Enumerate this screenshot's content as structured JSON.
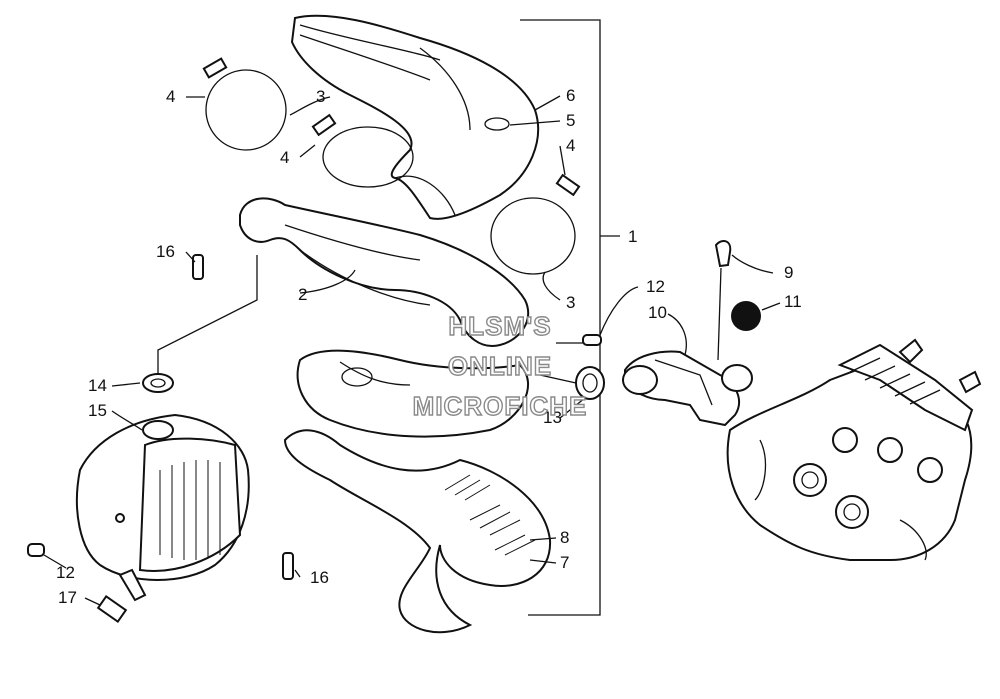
{
  "diagram": {
    "watermark": [
      "HLSM'S",
      "ONLINE",
      "MICROFICHE"
    ],
    "callouts": [
      {
        "id": "1",
        "label": "1"
      },
      {
        "id": "2",
        "label": "2"
      },
      {
        "id": "3a",
        "label": "3"
      },
      {
        "id": "3b",
        "label": "3"
      },
      {
        "id": "4a",
        "label": "4"
      },
      {
        "id": "4b",
        "label": "4"
      },
      {
        "id": "4c",
        "label": "4"
      },
      {
        "id": "5",
        "label": "5"
      },
      {
        "id": "6",
        "label": "6"
      },
      {
        "id": "7",
        "label": "7"
      },
      {
        "id": "8",
        "label": "8"
      },
      {
        "id": "9",
        "label": "9"
      },
      {
        "id": "10",
        "label": "10"
      },
      {
        "id": "11",
        "label": "11"
      },
      {
        "id": "12a",
        "label": "12"
      },
      {
        "id": "12b",
        "label": "12"
      },
      {
        "id": "13",
        "label": "13"
      },
      {
        "id": "14",
        "label": "14"
      },
      {
        "id": "15",
        "label": "15"
      },
      {
        "id": "16a",
        "label": "16"
      },
      {
        "id": "16b",
        "label": "16"
      },
      {
        "id": "17",
        "label": "17"
      }
    ]
  }
}
